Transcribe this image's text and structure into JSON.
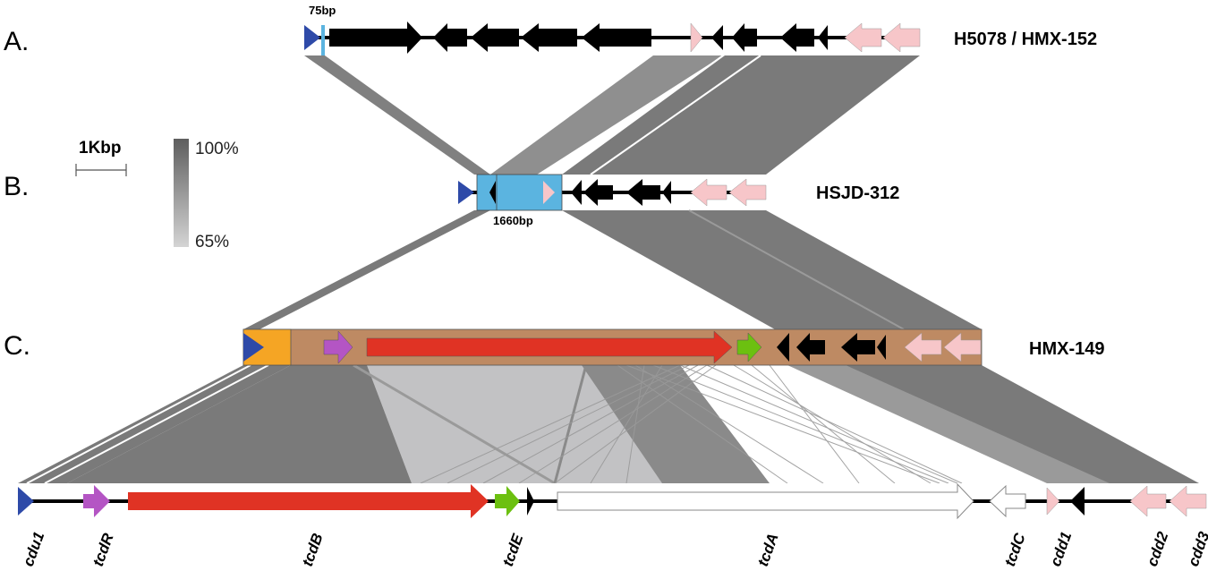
{
  "panels": [
    {
      "letter": "A.",
      "strain": "H5078 / HMX-152",
      "insert_label": "75bp"
    },
    {
      "letter": "B.",
      "strain": "HSJD-312",
      "insert_label": "1660bp"
    },
    {
      "letter": "C.",
      "strain": "HMX-149"
    }
  ],
  "scale_bar": {
    "label": "1Kbp"
  },
  "identity_legend": {
    "max": "100%",
    "min": "65%"
  },
  "genes": [
    "cdu1",
    "tcdR",
    "tcdB",
    "tcdE",
    "tcdA",
    "tcdC",
    "cdd1",
    "cdd2",
    "cdd3"
  ],
  "colors": {
    "cdu1": "#2e4aa8",
    "tcdR": "#b455c4",
    "tcdB": "#e03324",
    "tcdE": "#6cc010",
    "cdd": "#f7c6c9",
    "other": "#000000",
    "insert_blue": "#5bb4e0",
    "pathoc_brown": "#be8a63",
    "orange": "#f5a524",
    "link_dark": "#767676",
    "link_light": "#c4c4c4"
  }
}
